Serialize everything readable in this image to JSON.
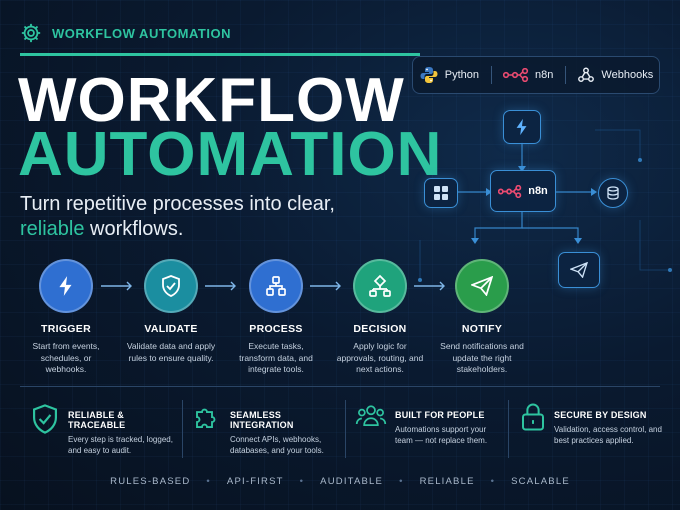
{
  "brand": {
    "label": "WORKFLOW AUTOMATION",
    "icon": "gear-icon",
    "accent": "#2ec4a0"
  },
  "hero": {
    "title_line1": "WORKFLOW",
    "title_line2": "AUTOMATION",
    "subtitle_part1": "Turn repetitive processes into clear, ",
    "subtitle_accent": "reliable",
    "subtitle_part2": " workflows."
  },
  "tools": [
    {
      "name": "Python",
      "icon": "python-icon"
    },
    {
      "name": "n8n",
      "icon": "n8n-icon"
    },
    {
      "name": "Webhooks",
      "icon": "webhooks-icon"
    }
  ],
  "diagram": {
    "center_label": "n8n"
  },
  "steps": [
    {
      "title": "TRIGGER",
      "desc": "Start from events, schedules, or webhooks.",
      "color": "#2f6fd1",
      "icon": "lightning-icon"
    },
    {
      "title": "VALIDATE",
      "desc": "Validate data and apply rules to ensure quality.",
      "color": "#1b8ea0",
      "icon": "shield-check-icon"
    },
    {
      "title": "PROCESS",
      "desc": "Execute tasks, transform data, and integrate tools.",
      "color": "#2f6fd1",
      "icon": "process-flow-icon"
    },
    {
      "title": "DECISION",
      "desc": "Apply logic for approvals, routing, and next actions.",
      "color": "#1fa37c",
      "icon": "decision-tree-icon"
    },
    {
      "title": "NOTIFY",
      "desc": "Send notifications and update the right stakeholders.",
      "color": "#2a9d4b",
      "icon": "paper-plane-icon"
    }
  ],
  "features": [
    {
      "title": "RELIABLE & TRACEABLE",
      "desc": "Every step is tracked, logged, and easy to audit.",
      "icon": "shield-check-icon"
    },
    {
      "title": "SEAMLESS INTEGRATION",
      "desc": "Connect APIs, webhooks, databases, and your tools.",
      "icon": "puzzle-icon"
    },
    {
      "title": "BUILT FOR PEOPLE",
      "desc": "Automations support your team — not replace them.",
      "icon": "people-icon"
    },
    {
      "title": "SECURE BY DESIGN",
      "desc": "Validation, access control, and best practices applied.",
      "icon": "lock-icon"
    }
  ],
  "tags": [
    "RULES-BASED",
    "API-FIRST",
    "AUDITABLE",
    "RELIABLE",
    "SCALABLE"
  ]
}
